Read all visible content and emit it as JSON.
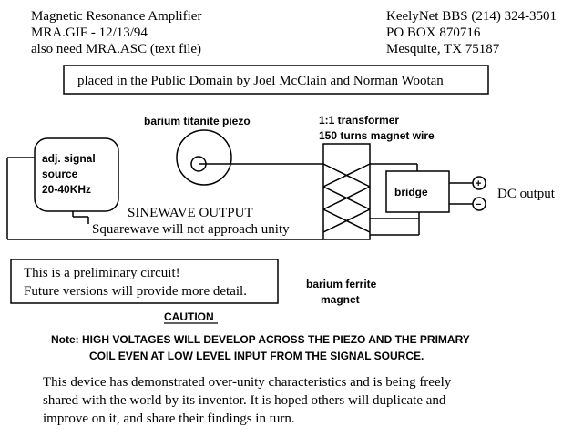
{
  "header": {
    "title": "Magnetic Resonance Amplifier",
    "file_line": "MRA.GIF  -  12/13/94",
    "also_need": "also need MRA.ASC (text file)",
    "bbs": "KeelyNet BBS (214) 324-3501",
    "po_box": "PO BOX 870716",
    "city": "Mesquite, TX 75187"
  },
  "public_domain": "placed in the Public Domain by Joel McClain and Norman Wootan",
  "labels": {
    "piezo": "barium titanite piezo",
    "transformer_1": "1:1 transformer",
    "transformer_2": "150 turns magnet wire",
    "signal_1": "adj. signal",
    "signal_2": "source",
    "signal_3": "20-40KHz",
    "bridge": "bridge",
    "plus": "+",
    "minus": "−",
    "dc_output": "DC output",
    "sinewave": "SINEWAVE OUTPUT",
    "squarewave": "Squarewave will not approach unity",
    "ferrite_1": "barium ferrite",
    "ferrite_2": "magnet"
  },
  "notice": {
    "line_1": "This is a preliminary circuit!",
    "line_2": "Future versions will provide more detail."
  },
  "caution": {
    "title": "CAUTION",
    "note_1": "Note:  HIGH VOLTAGES WILL DEVELOP ACROSS THE PIEZO AND THE PRIMARY",
    "note_2": "COIL EVEN AT LOW LEVEL INPUT FROM THE SIGNAL SOURCE."
  },
  "footer": {
    "line_1": "This device has demonstrated over-unity characteristics and is being freely",
    "line_2": "shared with the world by its inventor.  It is hoped others will duplicate and",
    "line_3": "improve on it,  and share their findings in turn."
  }
}
